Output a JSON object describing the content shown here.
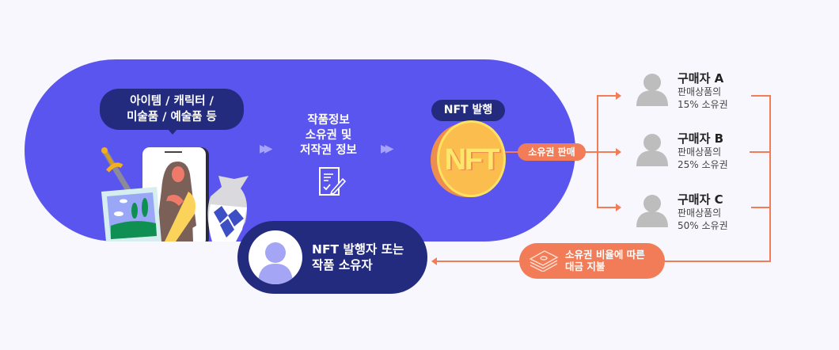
{
  "diagram": {
    "item_bubble": {
      "line1": "아이템 / 캐릭터 /",
      "line2": "미술품 / 예술품 등"
    },
    "info_block": {
      "line1": "작품정보",
      "line2": "소유권 및",
      "line3": "저작권 정보",
      "icon": "document-pen-icon"
    },
    "nft_bubble": {
      "label": "NFT 발행"
    },
    "coin": {
      "label": "NFT"
    },
    "sale_label": "소유권 판매",
    "buyers": [
      {
        "name": "구매자 A",
        "desc1": "판매상품의",
        "desc2": "15% 소유권"
      },
      {
        "name": "구매자 B",
        "desc1": "판매상품의",
        "desc2": "25% 소유권"
      },
      {
        "name": "구매자 C",
        "desc1": "판매상품의",
        "desc2": "50% 소유권"
      }
    ],
    "owner": {
      "line1": "NFT 발행자 또는",
      "line2": "작품 소유자"
    },
    "payment": {
      "line1": "소유권 비율에 따른",
      "line2": "대금 지불",
      "icon": "money-stack-icon"
    },
    "colors": {
      "background": "#f8f7fe",
      "main_pill": "#5b55ef",
      "navy": "#232b7e",
      "orange": "#f27c57",
      "coin": "#fbbd4d",
      "buyer_gray": "#bdbdbd"
    }
  }
}
